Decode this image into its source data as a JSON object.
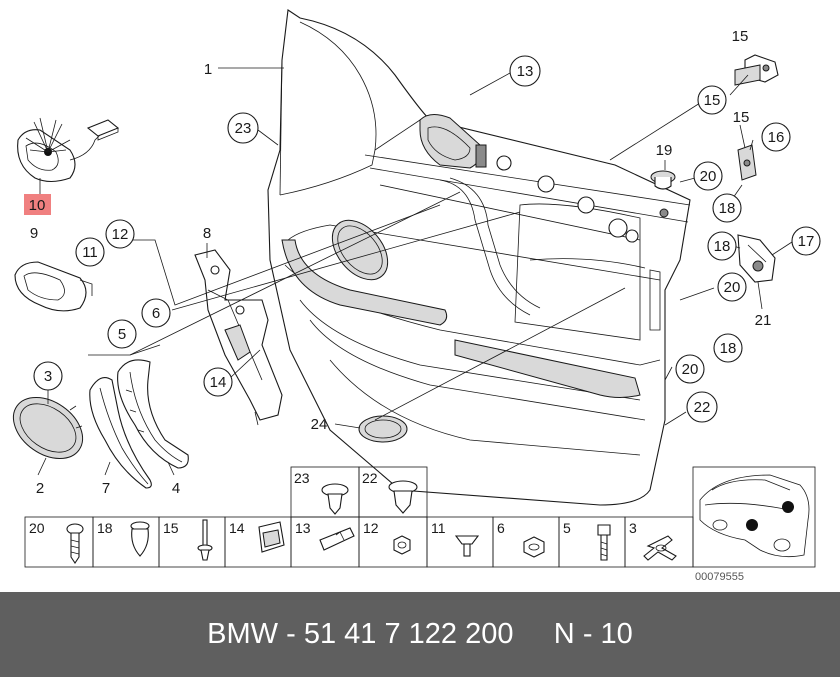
{
  "diagram": {
    "callouts": [
      {
        "id": "c1",
        "label": "1"
      },
      {
        "id": "c2",
        "label": "2"
      },
      {
        "id": "c3",
        "label": "3"
      },
      {
        "id": "c4",
        "label": "4"
      },
      {
        "id": "c5",
        "label": "5"
      },
      {
        "id": "c6",
        "label": "6"
      },
      {
        "id": "c7",
        "label": "7"
      },
      {
        "id": "c8",
        "label": "8"
      },
      {
        "id": "c9",
        "label": "9"
      },
      {
        "id": "c10",
        "label": "10",
        "highlighted": true,
        "highlight_color": "#f08080"
      },
      {
        "id": "c11",
        "label": "11"
      },
      {
        "id": "c12",
        "label": "12"
      },
      {
        "id": "c13",
        "label": "13"
      },
      {
        "id": "c14",
        "label": "14"
      },
      {
        "id": "c15a",
        "label": "15"
      },
      {
        "id": "c15b",
        "label": "15"
      },
      {
        "id": "c15c",
        "label": "15"
      },
      {
        "id": "c16",
        "label": "16"
      },
      {
        "id": "c17",
        "label": "17"
      },
      {
        "id": "c18a",
        "label": "18"
      },
      {
        "id": "c18b",
        "label": "18"
      },
      {
        "id": "c18c",
        "label": "18"
      },
      {
        "id": "c19",
        "label": "19"
      },
      {
        "id": "c20a",
        "label": "20"
      },
      {
        "id": "c20b",
        "label": "20"
      },
      {
        "id": "c20c",
        "label": "20"
      },
      {
        "id": "c21",
        "label": "21"
      },
      {
        "id": "c22",
        "label": "22"
      },
      {
        "id": "c23",
        "label": "23"
      },
      {
        "id": "c24",
        "label": "24"
      }
    ],
    "fastener_table": {
      "top_row": [
        "23",
        "22"
      ],
      "bottom_row": [
        "20",
        "18",
        "15",
        "14",
        "13",
        "12",
        "11",
        "6",
        "5",
        "3"
      ]
    },
    "reference_code": "00079555"
  },
  "footer": {
    "brand": "BMW",
    "separator": "-",
    "part_number": "51 41 7 122 200",
    "position_label": "N",
    "position_value": "10"
  }
}
